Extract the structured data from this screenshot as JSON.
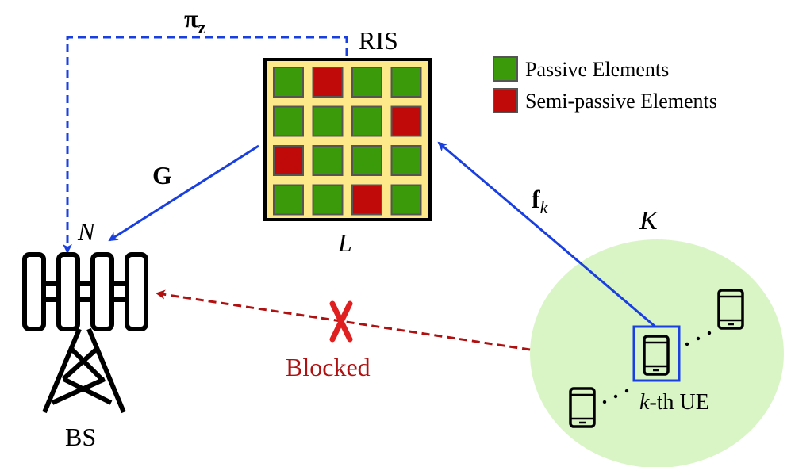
{
  "labels": {
    "ris": "RIS",
    "pi_main": "π",
    "pi_sub": "z",
    "g": "G",
    "n": "N",
    "l": "L",
    "f_main": "f",
    "f_sub": "k",
    "k": "K",
    "blocked": "Blocked",
    "bs": "BS",
    "kth_ue_k": "k",
    "kth_ue_rest": "-th UE",
    "dots": "· · ·"
  },
  "legend": [
    {
      "label": "Passive Elements",
      "color": "#3a9a0a"
    },
    {
      "label": "Semi-passive Elements",
      "color": "#c00a0a"
    }
  ],
  "ris_grid": [
    [
      "passive",
      "semi",
      "passive",
      "passive"
    ],
    [
      "passive",
      "passive",
      "passive",
      "semi"
    ],
    [
      "semi",
      "passive",
      "passive",
      "passive"
    ],
    [
      "passive",
      "passive",
      "semi",
      "passive"
    ]
  ],
  "colors": {
    "passive": "#3a9a0a",
    "semi": "#c00a0a",
    "ris_bg": "#fde98a",
    "blue_link": "#1a3fe0",
    "red_link": "#b01010",
    "cluster": "#d9f5c6",
    "blocked_text": "#b01010"
  }
}
